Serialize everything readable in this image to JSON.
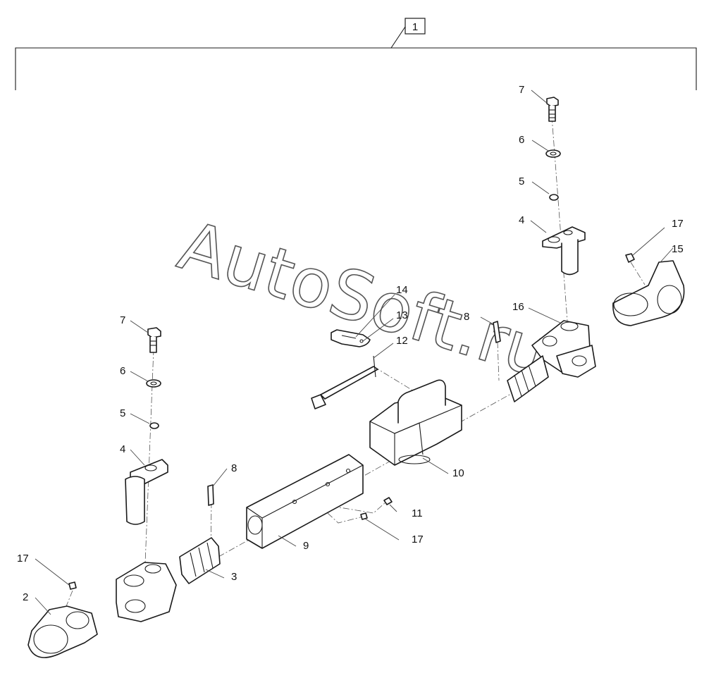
{
  "assembly_number": "1",
  "watermark_text": "AutoSoft.ru",
  "callouts": [
    {
      "id": "c7a",
      "text": "7"
    },
    {
      "id": "c6a",
      "text": "6"
    },
    {
      "id": "c5a",
      "text": "5"
    },
    {
      "id": "c4a",
      "text": "4"
    },
    {
      "id": "c17a",
      "text": "17"
    },
    {
      "id": "c15",
      "text": "15"
    },
    {
      "id": "c16",
      "text": "16"
    },
    {
      "id": "c14",
      "text": "14"
    },
    {
      "id": "c13",
      "text": "13"
    },
    {
      "id": "c12",
      "text": "12"
    },
    {
      "id": "c8a",
      "text": "8"
    },
    {
      "id": "c7b",
      "text": "7"
    },
    {
      "id": "c6b",
      "text": "6"
    },
    {
      "id": "c5b",
      "text": "5"
    },
    {
      "id": "c4b",
      "text": "4"
    },
    {
      "id": "c8b",
      "text": "8"
    },
    {
      "id": "c10",
      "text": "10"
    },
    {
      "id": "c11",
      "text": "11"
    },
    {
      "id": "c17b",
      "text": "17"
    },
    {
      "id": "c9",
      "text": "9"
    },
    {
      "id": "c3",
      "text": "3"
    },
    {
      "id": "c17c",
      "text": "17"
    },
    {
      "id": "c2",
      "text": "2"
    }
  ]
}
